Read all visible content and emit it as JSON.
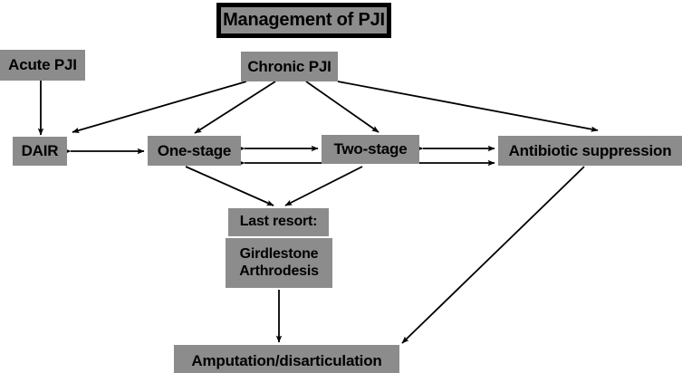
{
  "diagram": {
    "title": "Management of PJI",
    "theme": {
      "node_fill": "#8c8c8c",
      "node_text": "#000000",
      "edge_color": "#000000",
      "background": "#ffffff",
      "title_border": "#000000"
    },
    "nodes": {
      "title": "Management of PJI",
      "acute": "Acute PJI",
      "chronic": "Chronic PJI",
      "dair": "DAIR",
      "one_stage": "One-stage",
      "two_stage": "Two-stage",
      "antibiotic": "Antibiotic suppression",
      "last_resort": "Last resort:",
      "girdlestone": "Girdlestone",
      "arthrodesis": "Arthrodesis",
      "amputation": "Amputation/disarticulation"
    },
    "edges": [
      {
        "from": "acute",
        "to": "dair",
        "style": "single-arrow"
      },
      {
        "from": "chronic",
        "to": "dair",
        "style": "single-arrow"
      },
      {
        "from": "chronic",
        "to": "one_stage",
        "style": "single-arrow"
      },
      {
        "from": "chronic",
        "to": "two_stage",
        "style": "single-arrow"
      },
      {
        "from": "chronic",
        "to": "antibiotic",
        "style": "single-arrow"
      },
      {
        "from": "dair",
        "to": "one_stage",
        "style": "double-arrow"
      },
      {
        "from": "one_stage",
        "to": "two_stage",
        "style": "double-arrow"
      },
      {
        "from": "two_stage",
        "to": "antibiotic",
        "style": "double-arrow"
      },
      {
        "from": "one_stage",
        "to": "antibiotic",
        "style": "double-arrow"
      },
      {
        "from": "one_stage",
        "to": "last_resort",
        "style": "single-arrow"
      },
      {
        "from": "two_stage",
        "to": "last_resort",
        "style": "single-arrow"
      },
      {
        "from": "girdlestone",
        "to": "amputation",
        "style": "single-arrow"
      },
      {
        "from": "antibiotic",
        "to": "amputation",
        "style": "single-arrow"
      }
    ]
  }
}
